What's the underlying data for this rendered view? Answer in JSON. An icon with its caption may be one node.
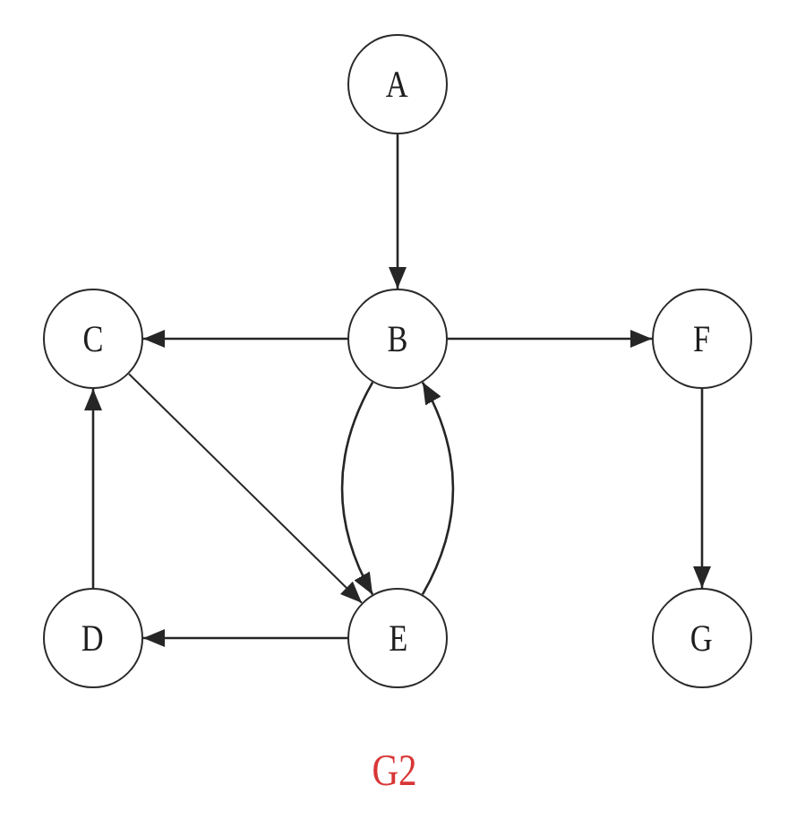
{
  "diagram": {
    "caption": "G2",
    "nodes": [
      {
        "text": [
          "A"
        ]
      },
      {
        "text": [
          "C"
        ]
      },
      {
        "text": [
          "B"
        ]
      },
      {
        "text": [
          "F"
        ]
      },
      {
        "text": [
          "D"
        ]
      },
      {
        "text": [
          "E"
        ]
      },
      {
        "text": [
          "G"
        ]
      }
    ],
    "edges": [
      {
        "from": 0,
        "to": 2,
        "arrow": "to"
      },
      {
        "from": 2,
        "to": 1,
        "arrow": "to"
      },
      {
        "from": 2,
        "to": 3,
        "arrow": "to"
      },
      {
        "from": 1,
        "to": 5,
        "arrow": "to"
      },
      {
        "from": 2,
        "to": 5,
        "arrow": "to"
      },
      {
        "from": 5,
        "to": 2,
        "arrow": "to"
      },
      {
        "from": 4,
        "to": 1,
        "arrow": "to"
      },
      {
        "from": 5,
        "to": 4,
        "arrow": "to"
      },
      {
        "from": 3,
        "to": 6,
        "arrow": "to"
      }
    ]
  }
}
